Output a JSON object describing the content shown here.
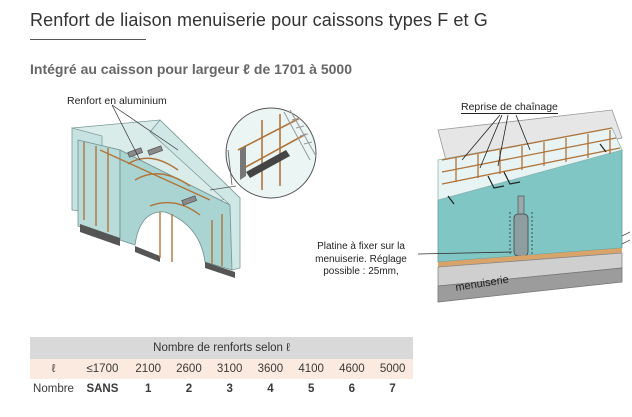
{
  "title": "Renfort de liaison menuiserie pour caissons types F et G",
  "subtitle": "Intégré au caisson pour largeur ℓ de 1701 à 5000",
  "labels": {
    "aluminium": "Renfort en aluminium",
    "reprise": "Reprise de chaînage",
    "platine": "Platine à fixer sur la menuiserie. Réglage possible : 25mm,",
    "menuiserie": "menuiserie"
  },
  "table": {
    "header": "Nombre de renforts selon ℓ",
    "row_l_label": "ℓ",
    "widths": [
      "≤1700",
      "2100",
      "2600",
      "3100",
      "3600",
      "4100",
      "4600",
      "5000"
    ],
    "row_n_label": "Nombre",
    "counts": [
      "SANS",
      "1",
      "2",
      "3",
      "4",
      "5",
      "6",
      "7"
    ]
  },
  "colors": {
    "table_header_bg": "#d9d9d9",
    "row_width_bg": "#fbeadf",
    "panel_teal": "#7fc6c4",
    "rebar_orange": "#b0743a"
  }
}
